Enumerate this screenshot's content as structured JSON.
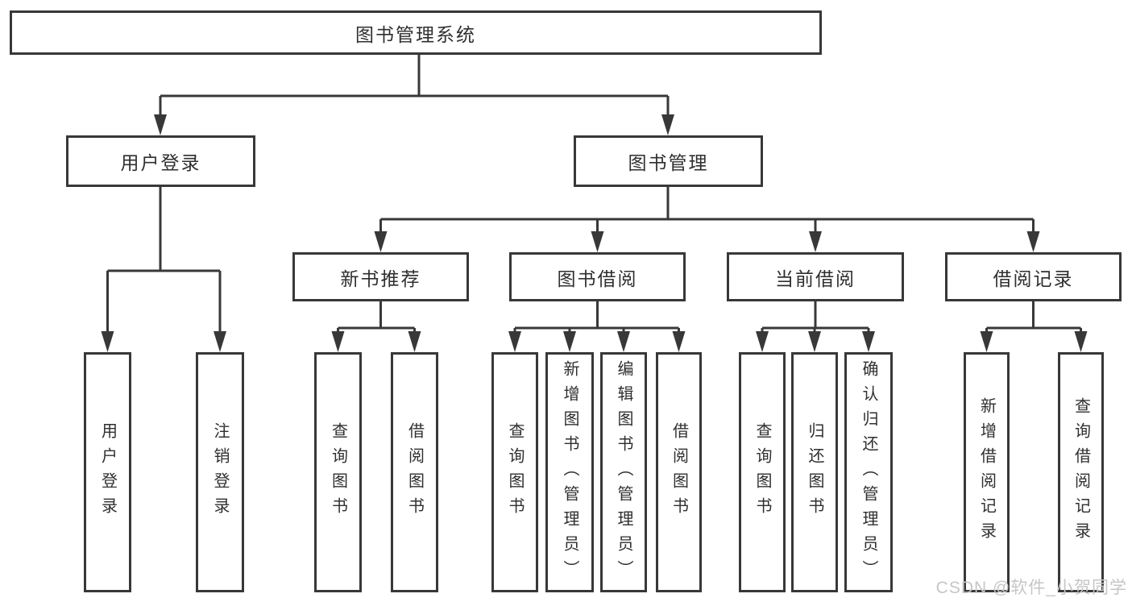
{
  "colors": {
    "line": "#383838",
    "box_border": "#383838",
    "box_bg": "#ffffff",
    "text": "#2f2f2f",
    "watermark": "#c6c6c6",
    "page_bg": "#ffffff"
  },
  "watermark": {
    "text": "CSDN @软件_小贺同学"
  },
  "diagram": {
    "root": {
      "label": "图书管理系统"
    },
    "level2": {
      "user_login": {
        "label": "用户登录"
      },
      "book_mgmt": {
        "label": "图书管理"
      }
    },
    "level3": {
      "new_book_rec": {
        "label": "新书推荐"
      },
      "book_borrow": {
        "label": "图书借阅"
      },
      "current_borrow": {
        "label": "当前借阅"
      },
      "borrow_record": {
        "label": "借阅记录"
      }
    },
    "leaves": {
      "user_login": [
        "用户登录",
        "注销登录"
      ],
      "new_book_rec": [
        "查询图书",
        "借阅图书"
      ],
      "book_borrow": [
        "查询图书",
        "新增图书（管理员）",
        "编辑图书（管理员）",
        "借阅图书"
      ],
      "current_borrow": [
        "查询图书",
        "归还图书",
        "确认归还（管理员）"
      ],
      "borrow_record": [
        "新增借阅记录",
        "查询借阅记录"
      ]
    }
  }
}
